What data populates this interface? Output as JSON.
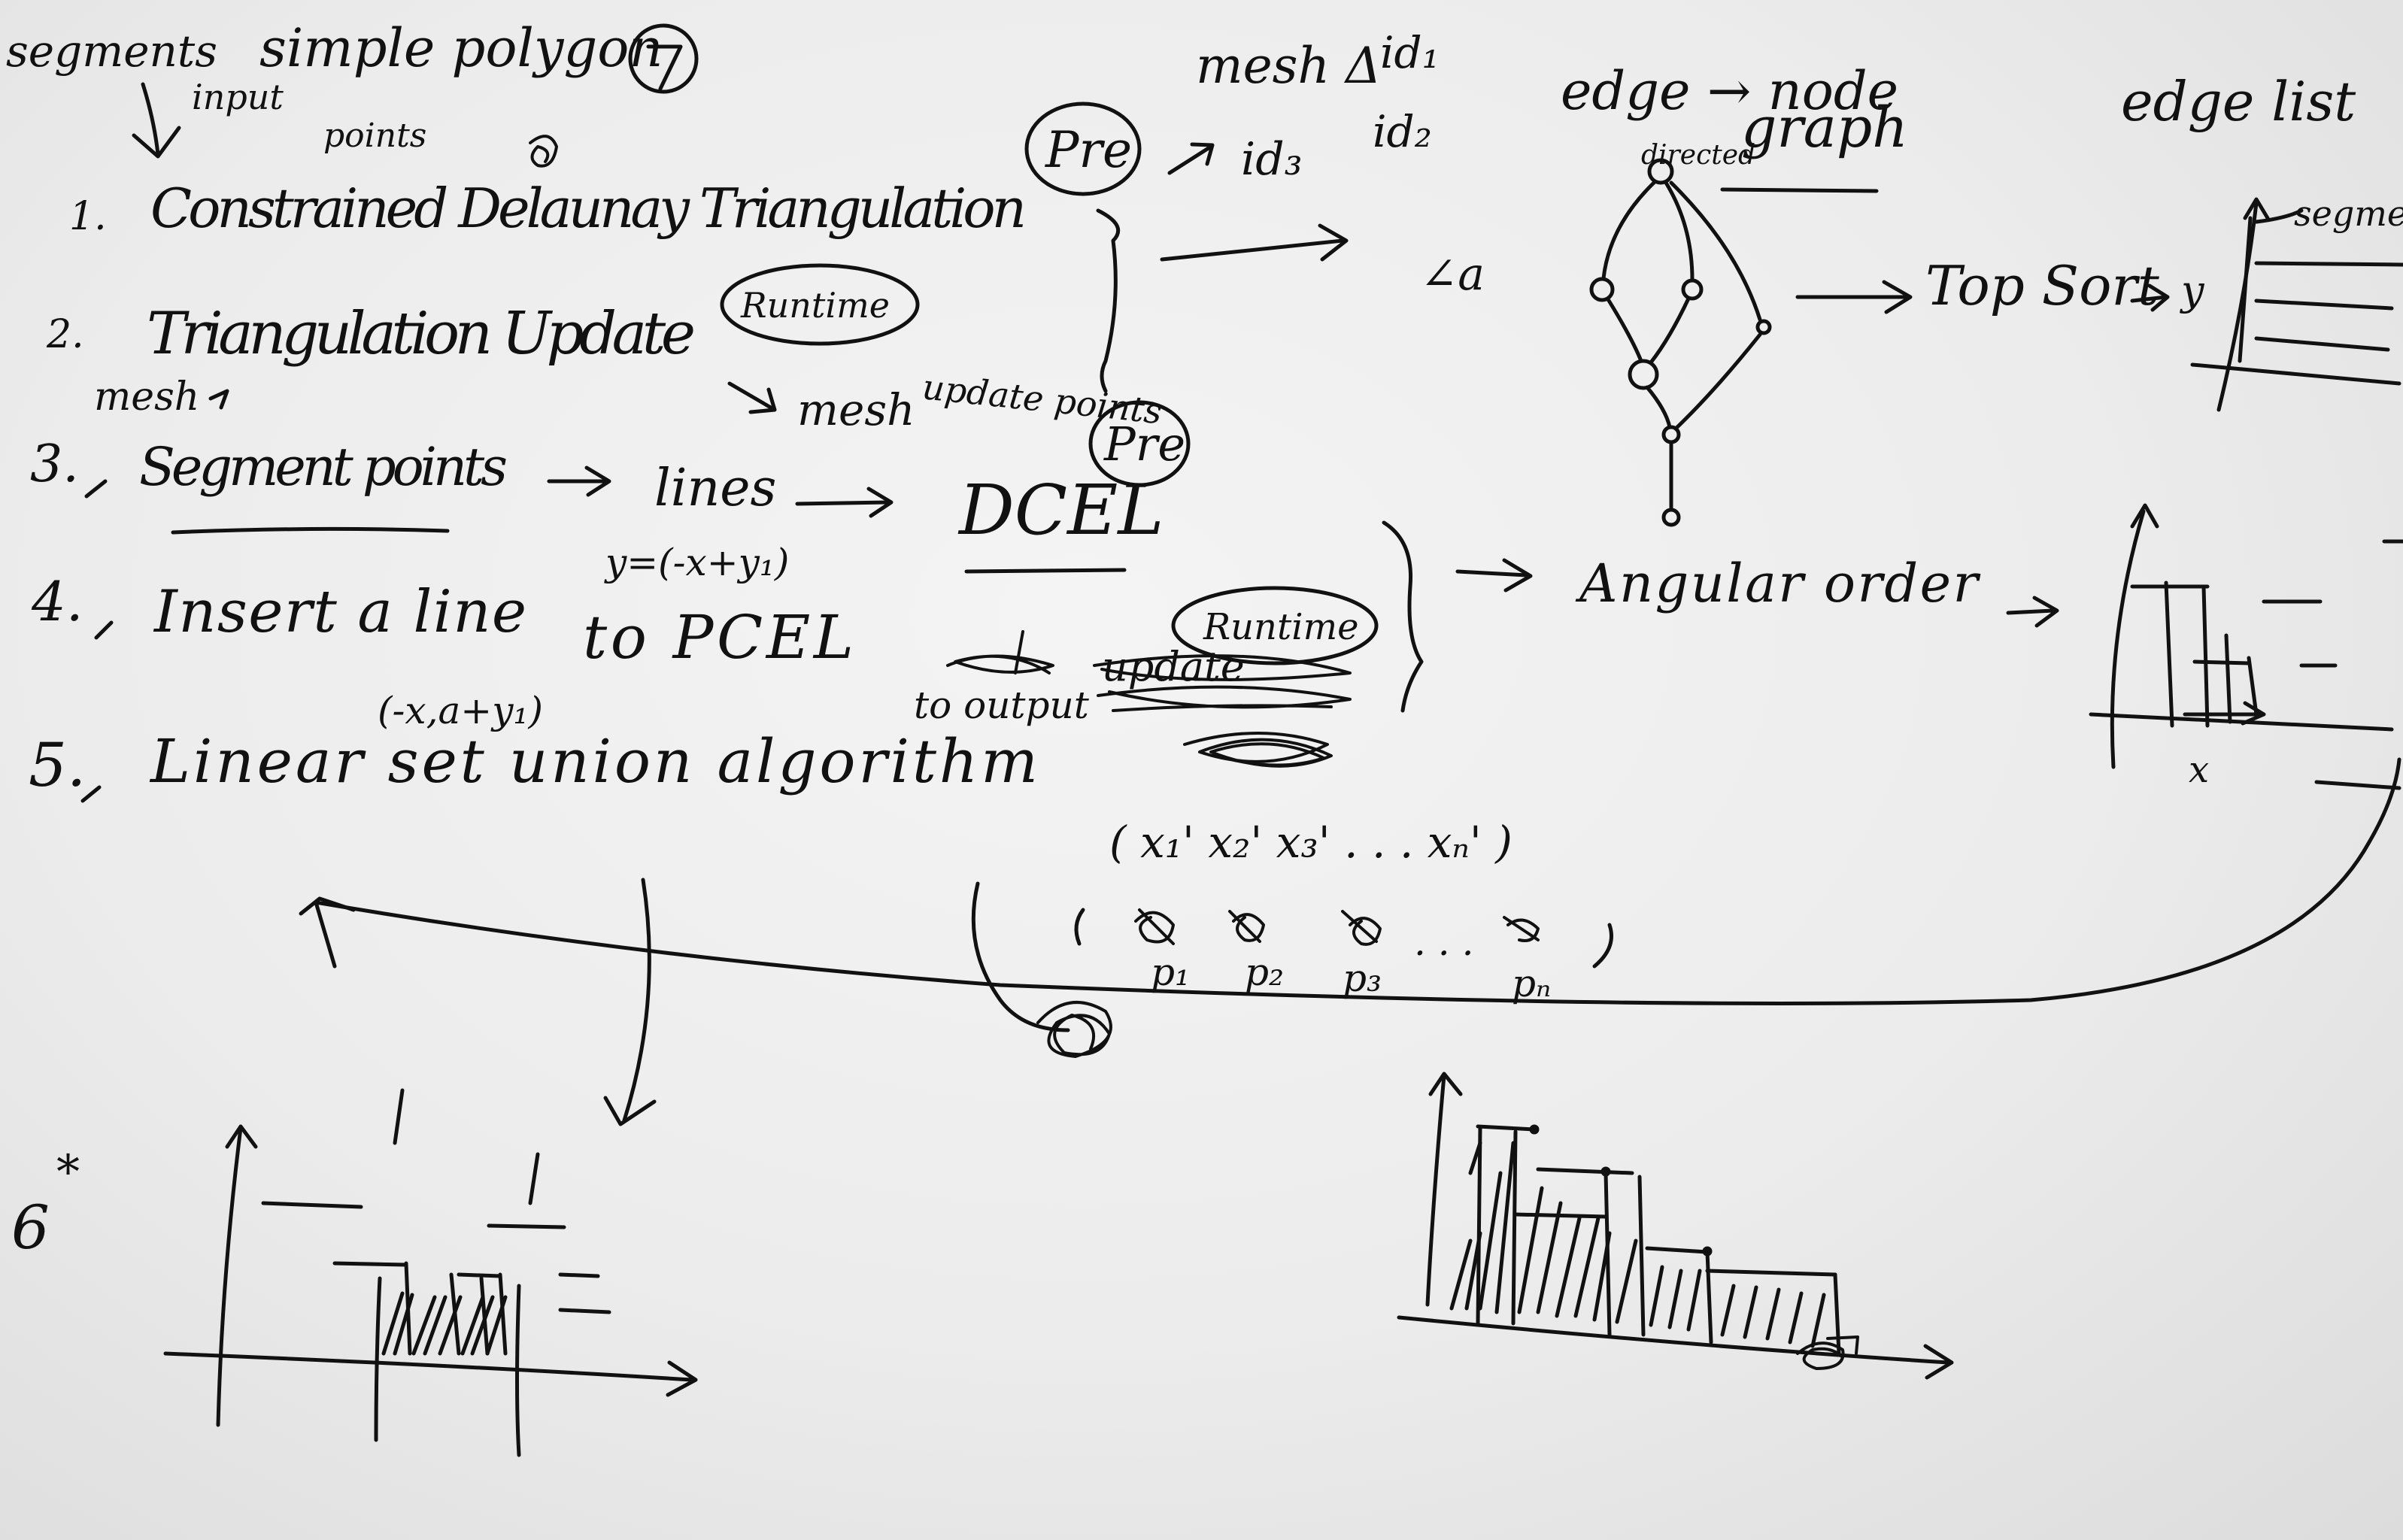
{
  "notes": {
    "header": {
      "segments": "segments",
      "simple_polygon": "simple polygon",
      "input": "input",
      "points": "points"
    },
    "steps": [
      {
        "num": "1.",
        "text": "Constrained Delaunay Triangulation"
      },
      {
        "num": "2.",
        "text": "Triangulation Update"
      },
      {
        "num": "3.",
        "text": "Segment points"
      },
      {
        "num": "4.",
        "text": "Insert a line"
      },
      {
        "num": "5.",
        "text": "Linear set union algorithm"
      },
      {
        "num": "6",
        "text": "*"
      }
    ],
    "annotations": {
      "mesh_arrow": "mesh",
      "arrow_mesh": "mesh",
      "lines": "lines",
      "dcel": "DCEL",
      "to_pcel": "to PCEL",
      "update_points": "update points",
      "eq_line": "y=(-x+y₁)",
      "neg_point": "(-x,a+y₁)",
      "to_output": "to output",
      "pre_1": "Pre",
      "pre_2": "Pre",
      "runtime_1": "Runtime",
      "runtime_2": "Runtime",
      "update_strike": "update",
      "mesh_tri": "mesh Δ",
      "id1": "id₁",
      "id2": "id₂",
      "id3": "id₃",
      "edge_node": "edge → node",
      "directed": "directed",
      "graph": "graph",
      "edge_list": "edge list",
      "segment_label": "segment",
      "angle_label": "∠a",
      "top_sort": "Top Sort",
      "y_axis": "y",
      "angular_order": "Angular order",
      "x_axis": "x",
      "x_seq": "( x₁'  x₂'  x₃'  . . .  xₙ' )",
      "p1": "p₁",
      "p2": "p₂",
      "p3": "p₃",
      "pn": "pₙ",
      "dots": ". . ."
    }
  }
}
